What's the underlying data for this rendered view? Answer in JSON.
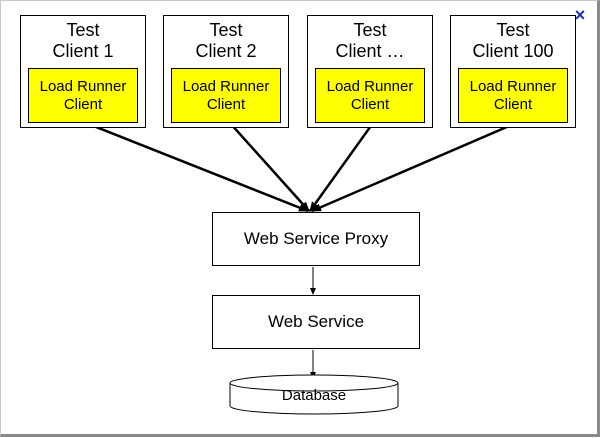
{
  "diagram": {
    "clients": [
      {
        "title": "Test\nClient 1",
        "runner": "Load Runner\nClient"
      },
      {
        "title": "Test\nClient 2",
        "runner": "Load Runner\nClient"
      },
      {
        "title": "Test\nClient …",
        "runner": "Load Runner\nClient"
      },
      {
        "title": "Test\nClient 100",
        "runner": "Load Runner\nClient"
      }
    ],
    "proxy_label": "Web Service Proxy",
    "service_label": "Web Service",
    "database_label": "Database"
  },
  "close_icon": "×",
  "colors": {
    "runner_fill": "#ffff00",
    "close_icon": "#1a2fb0"
  }
}
